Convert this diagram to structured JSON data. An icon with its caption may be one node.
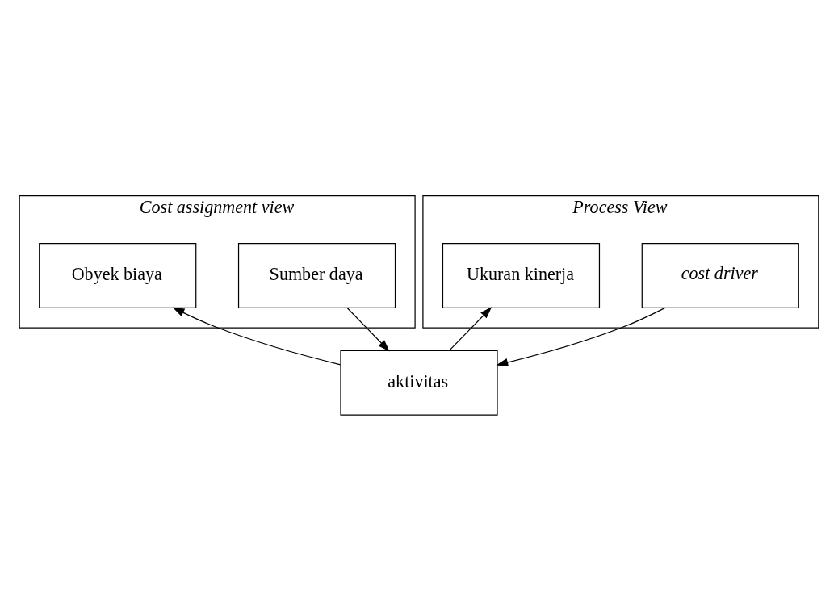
{
  "diagram": {
    "nodes": [
      {
        "text": [
          "Cost assignment view"
        ]
      },
      {
        "text": [
          "Process View"
        ]
      },
      {
        "text": [
          "Sumber daya"
        ],
        "in": 0
      },
      {
        "text": [
          "cost driver"
        ],
        "in": 1
      },
      {
        "text": [
          "aktivitas"
        ]
      },
      {
        "text": [
          "Ukuran kinerja"
        ],
        "in": 1
      },
      {
        "text": [
          "Obyek biaya"
        ],
        "in": 0
      }
    ],
    "edges": [
      {
        "from": 2,
        "to": 4,
        "arrow": "to"
      },
      {
        "from": 3,
        "to": 4,
        "arrow": "to"
      },
      {
        "from": 4,
        "to": 5,
        "arrow": "to"
      },
      {
        "from": 4,
        "to": 6,
        "arrow": "to"
      }
    ]
  }
}
